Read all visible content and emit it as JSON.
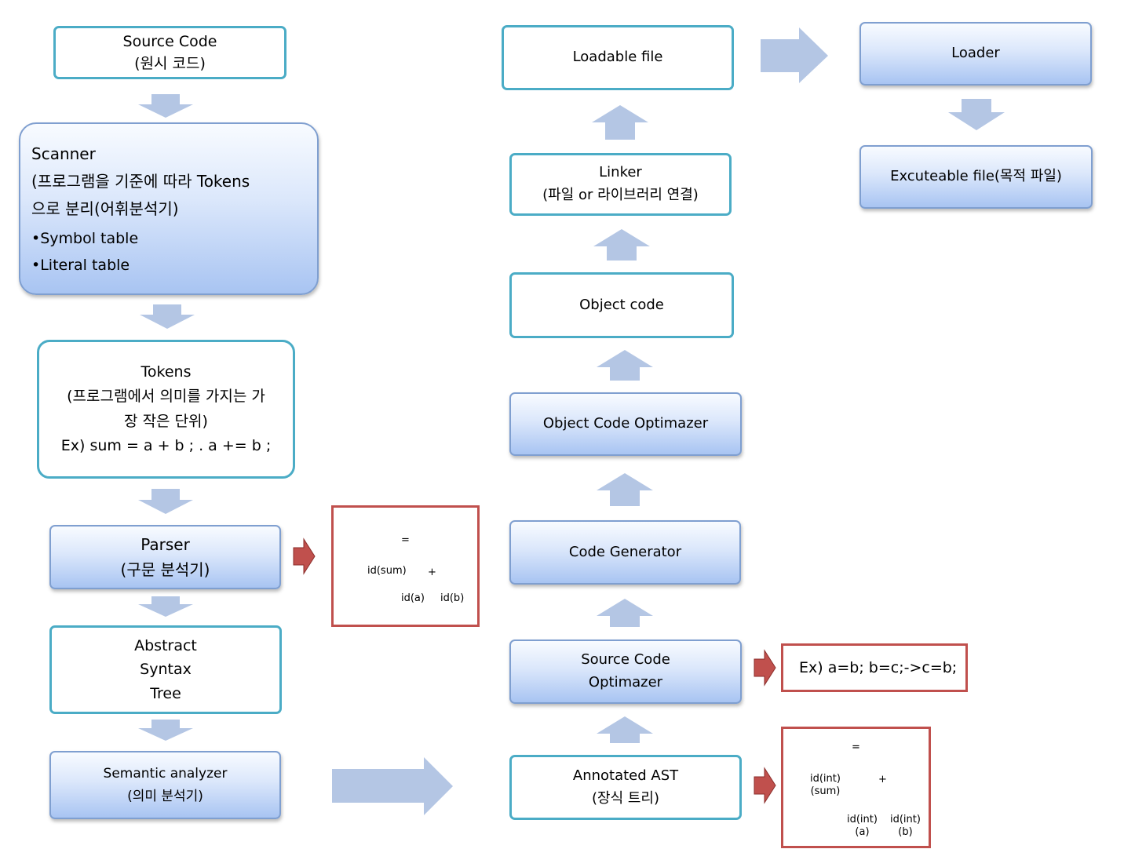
{
  "left_column": {
    "source_code": {
      "line1": "Source Code",
      "line2": "(원시 코드)"
    },
    "scanner": {
      "title": "Scanner",
      "desc1": "(프로그램을 기준에 따라 Tokens",
      "desc2": "으로 분리(어휘분석기)",
      "bullet1": "•Symbol table",
      "bullet2": "•Literal table"
    },
    "tokens": {
      "title": "Tokens",
      "desc1": "(프로그램에서 의미를 가지는 가",
      "desc2": "장 작은 단위)",
      "example": "Ex) sum = a + b ; .  a += b ;"
    },
    "parser": {
      "line1": "Parser",
      "line2": "(구문 분석기)"
    },
    "ast": {
      "line1": "Abstract",
      "line2": "Syntax",
      "line3": "Tree"
    },
    "semantic": {
      "line1": "Semantic analyzer",
      "line2": "(의미 분석기)"
    }
  },
  "parse_tree": {
    "root": "=",
    "left": "id(sum)",
    "op": "+",
    "leaf_a": "id(a)",
    "leaf_b": "id(b)"
  },
  "right_column": {
    "loadable": "Loadable file",
    "linker": {
      "line1": "Linker",
      "line2": "(파일 or 라이브러리 연결)"
    },
    "object_code": "Object code",
    "object_optimizer": "Object Code Optimazer",
    "code_generator": "Code Generator",
    "source_optimizer": {
      "line1": "Source Code",
      "line2": "Optimazer"
    },
    "annotated_ast": {
      "line1": "Annotated  AST",
      "line2": "(장식 트리)"
    }
  },
  "optimizer_example": "Ex) a=b; b=c;->c=b;",
  "annotated_tree": {
    "root": "=",
    "left_l1": "id(int)",
    "left_l2": "(sum)",
    "op": "+",
    "a_l1": "id(int)",
    "a_l2": "(a)",
    "b_l1": "id(int)",
    "b_l2": "(b)"
  },
  "far_right": {
    "loader": "Loader",
    "executable": "Excuteable file(목적 파일)"
  },
  "colors": {
    "outline_border": "#4bacc6",
    "filled_border": "#7f9fd0",
    "arrow_fill": "#b4c6e4",
    "red_arrow": "#c0504d",
    "red_border": "#c0504d"
  }
}
